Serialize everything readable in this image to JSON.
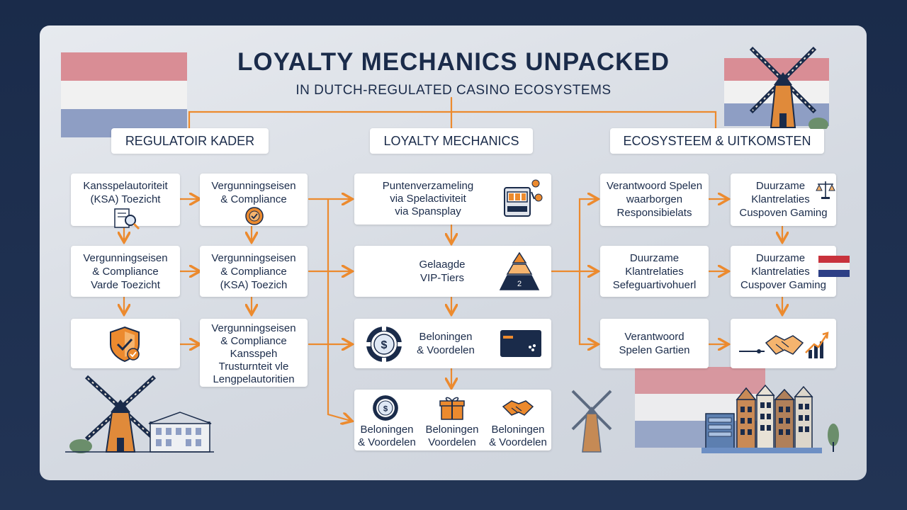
{
  "title": "LOYALTY MECHANICS UNPACKED",
  "subtitle": "IN DUTCH-REGULATED CASINO ECOSYSTEMS",
  "columns": {
    "left": "REGULATOIR KADER",
    "middle": "LOYALTY MECHANICS",
    "right": "ECOSYSTEEM & UITKOMSTEN"
  },
  "left": {
    "b1": [
      "Kansspelautoriteit",
      "(KSA) Toezicht"
    ],
    "b2": [
      "Vergunningseisen",
      "& Compliance"
    ],
    "b3": [
      "Vergunningseisen",
      "& Compliance",
      "Varde Toezicht"
    ],
    "b4": [
      "Vergunningseisen",
      "& Compliance",
      "(KSA) Toezich"
    ],
    "b6": [
      "Vergunningseisen",
      "& Compliance",
      "Kansspeh",
      "Trusturnteit vle",
      "Lengpelautoritien"
    ]
  },
  "middle": {
    "m1": [
      "Puntenverzameling",
      "via Spelactiviteit",
      "via Spansplay"
    ],
    "m2": [
      "Gelaagde",
      "VIP-Tiers"
    ],
    "m3": [
      "Beloningen",
      "& Voordelen"
    ],
    "m4": [
      [
        "Beloningen",
        "& Voordelen"
      ],
      [
        "Beloningen",
        "Voordelen"
      ],
      [
        "Beloningen",
        "& Voordelen"
      ]
    ],
    "tier_label": "2"
  },
  "right": {
    "r1": [
      "Verantwoord Spelen",
      "waarborgen",
      "Responsibielats"
    ],
    "r2": [
      "Duurzame",
      "Klantrelaties",
      "Cuspoven Gaming"
    ],
    "r3": [
      "Duurzame",
      "Klantrelaties",
      "Sefeguartivohuerl"
    ],
    "r4": [
      "Duurzame",
      "Klantrelaties",
      "Cuspover Gaming"
    ],
    "r5": [
      "Verantwoord",
      "Spelen Gartien"
    ]
  },
  "colors": {
    "navy": "#1a2b4a",
    "orange": "#ec8a2e",
    "flag_red": "#d98d95",
    "flag_white": "#f1f1f1",
    "flag_blue": "#8e9ec4"
  }
}
